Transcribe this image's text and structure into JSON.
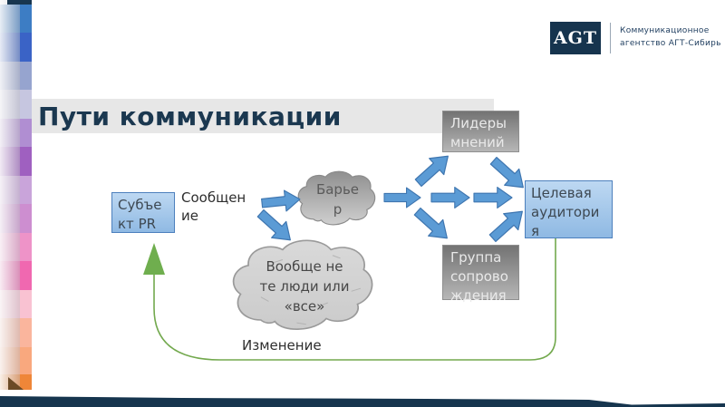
{
  "slide": {
    "title": "Пути коммуникации"
  },
  "logo": {
    "monogram": "AGT",
    "line1": "Коммуникационное",
    "line2": "агентство АГТ-Сибирь"
  },
  "diagram": {
    "subject_box": "Субъе\nкт PR",
    "message_label": "Сообщен\nие",
    "barrier_cloud": "Барье\nр",
    "wrong_people_cloud": "Вообще не\nте люди или\n«все»",
    "opinion_leaders_box": "Лидеры\nмнений",
    "support_group_box": "Группа\nсопрово\nждения",
    "target_audience_box": "Целевая\nаудитори\nя",
    "change_label": "Изменение"
  },
  "colors": {
    "accent_navy": "#16354e",
    "title_navy": "#1b3850",
    "arrow_blue": "#5b9bd5",
    "arrow_blue_border": "#3f76b0",
    "loop_green": "#6fae4e",
    "blue_box_fill": "#a6c9e8",
    "blue_box_border": "#4d80bd",
    "gray_box_fill": "#9a9a9a",
    "cloud_gray": "#d5d5d5",
    "band_gray": "#e7e7e7",
    "strip_squares": [
      "#3d7dc4",
      "#3a63c6",
      "#96a4cf",
      "#c6c6e0",
      "#b08ed2",
      "#9f60c0",
      "#c9a4da",
      "#cd8ed0",
      "#ee93c8",
      "#f068b0",
      "#f9c2d2",
      "#fab59d",
      "#f9a87e"
    ],
    "strip_last_square": "#ef8638",
    "strip_fold_brown": "#6b4a26"
  }
}
